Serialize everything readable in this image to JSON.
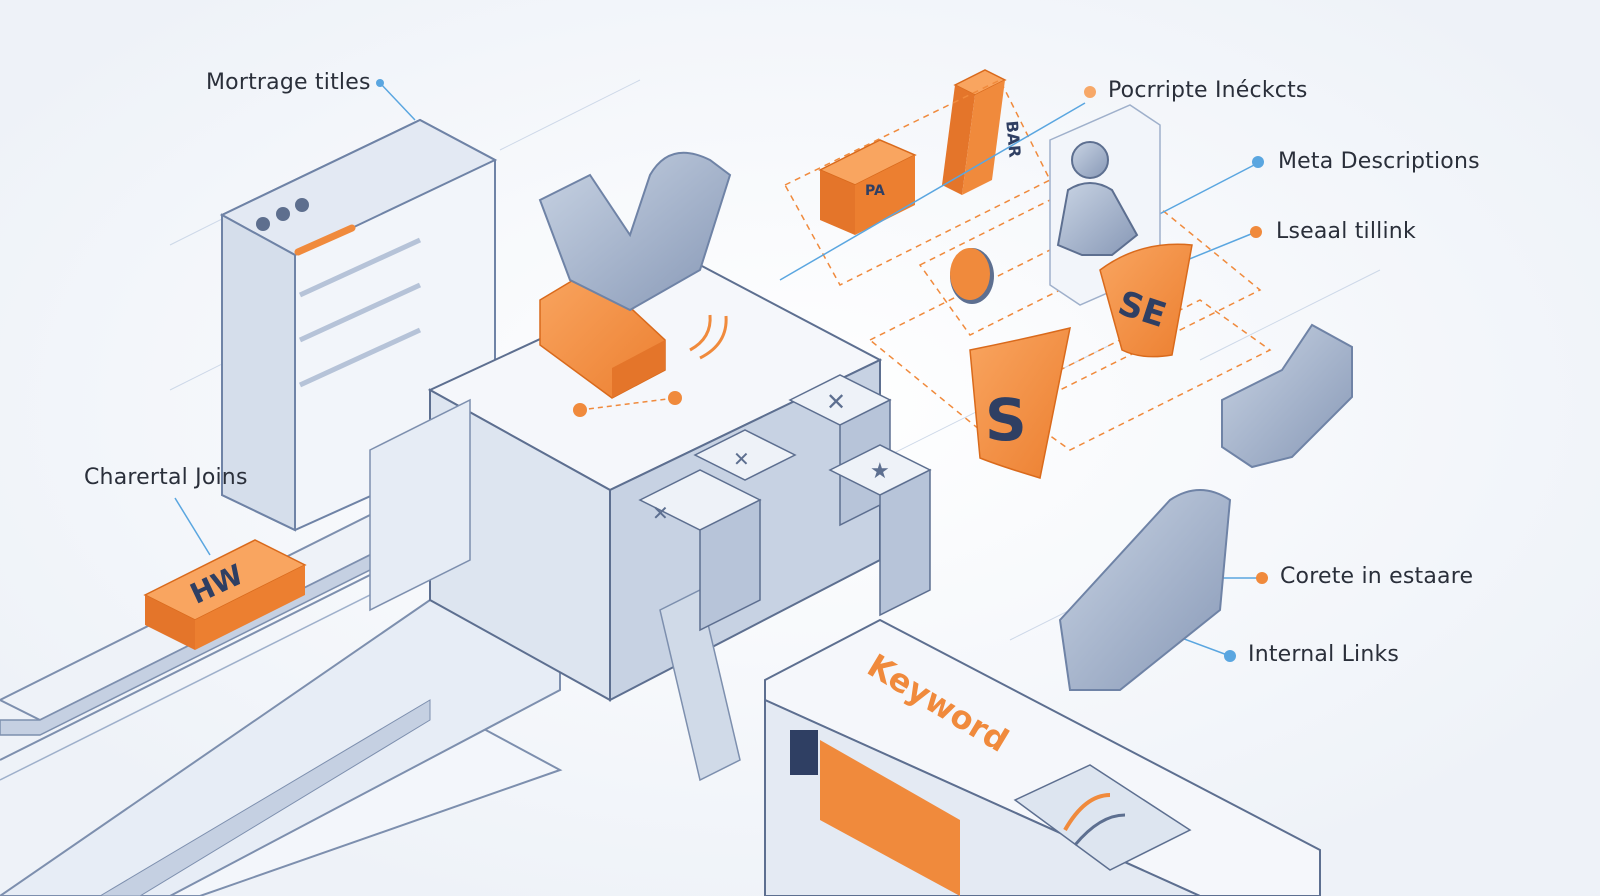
{
  "labels": {
    "mortgage_titles": "Mortrage titles",
    "pocrripte": "Pocrripte Inéckcts",
    "meta_descriptions": "Meta Descriptions",
    "lseaal": "Lseaal tillink",
    "charertal": "Charertal Joins",
    "corete": "Corete in estaare",
    "internal_links": "Internal Links"
  },
  "art_text": {
    "keyword": "Keyword",
    "se": "SE",
    "s": "S",
    "hw": "HW",
    "bar": "BAR",
    "pa": "PA"
  },
  "colors": {
    "orange": "#f08a3c",
    "orange_light": "#f7a868",
    "blue_line": "#5aa6e0",
    "slate": "#7d8fae",
    "slate_light": "#b9c6da",
    "navy": "#2f3f63"
  }
}
